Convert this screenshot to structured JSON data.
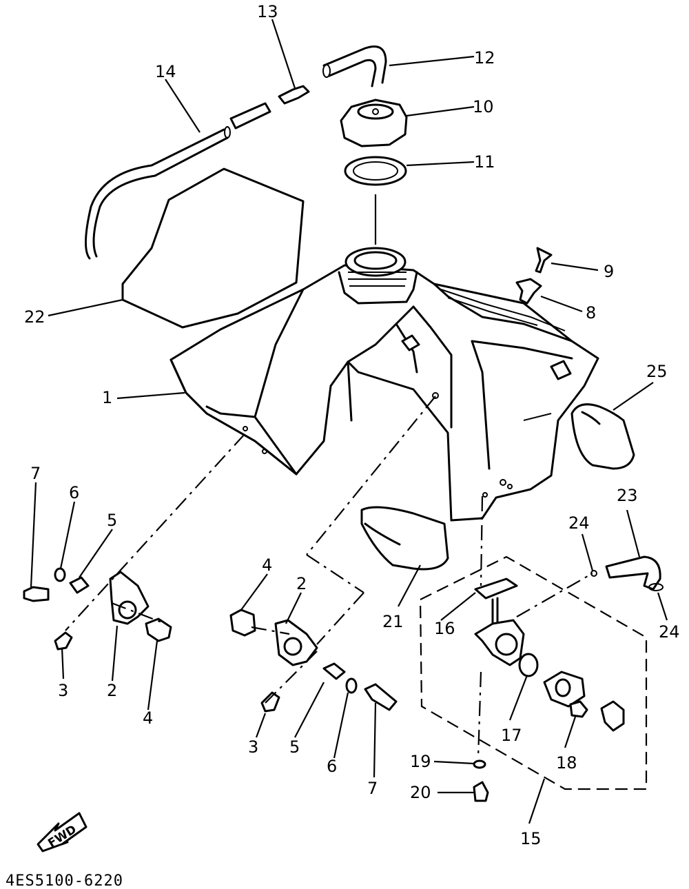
{
  "diagram": {
    "part_code": "4ES5100-6220",
    "fwd_label": "FWD",
    "callouts": [
      {
        "id": "c1",
        "text": "1"
      },
      {
        "id": "c2a",
        "text": "2"
      },
      {
        "id": "c2b",
        "text": "2"
      },
      {
        "id": "c3a",
        "text": "3"
      },
      {
        "id": "c3b",
        "text": "3"
      },
      {
        "id": "c4a",
        "text": "4"
      },
      {
        "id": "c4b",
        "text": "4"
      },
      {
        "id": "c5a",
        "text": "5"
      },
      {
        "id": "c5b",
        "text": "5"
      },
      {
        "id": "c6a",
        "text": "6"
      },
      {
        "id": "c6b",
        "text": "6"
      },
      {
        "id": "c7a",
        "text": "7"
      },
      {
        "id": "c7b",
        "text": "7"
      },
      {
        "id": "c8",
        "text": "8"
      },
      {
        "id": "c9",
        "text": "9"
      },
      {
        "id": "c10",
        "text": "10"
      },
      {
        "id": "c11",
        "text": "11"
      },
      {
        "id": "c12",
        "text": "12"
      },
      {
        "id": "c13",
        "text": "13"
      },
      {
        "id": "c14",
        "text": "14"
      },
      {
        "id": "c15",
        "text": "15"
      },
      {
        "id": "c16",
        "text": "16"
      },
      {
        "id": "c17",
        "text": "17"
      },
      {
        "id": "c18",
        "text": "18"
      },
      {
        "id": "c19",
        "text": "19"
      },
      {
        "id": "c20",
        "text": "20"
      },
      {
        "id": "c21",
        "text": "21"
      },
      {
        "id": "c22",
        "text": "22"
      },
      {
        "id": "c23",
        "text": "23"
      },
      {
        "id": "c24a",
        "text": "24"
      },
      {
        "id": "c24b",
        "text": "24"
      },
      {
        "id": "c25",
        "text": "25"
      }
    ]
  }
}
